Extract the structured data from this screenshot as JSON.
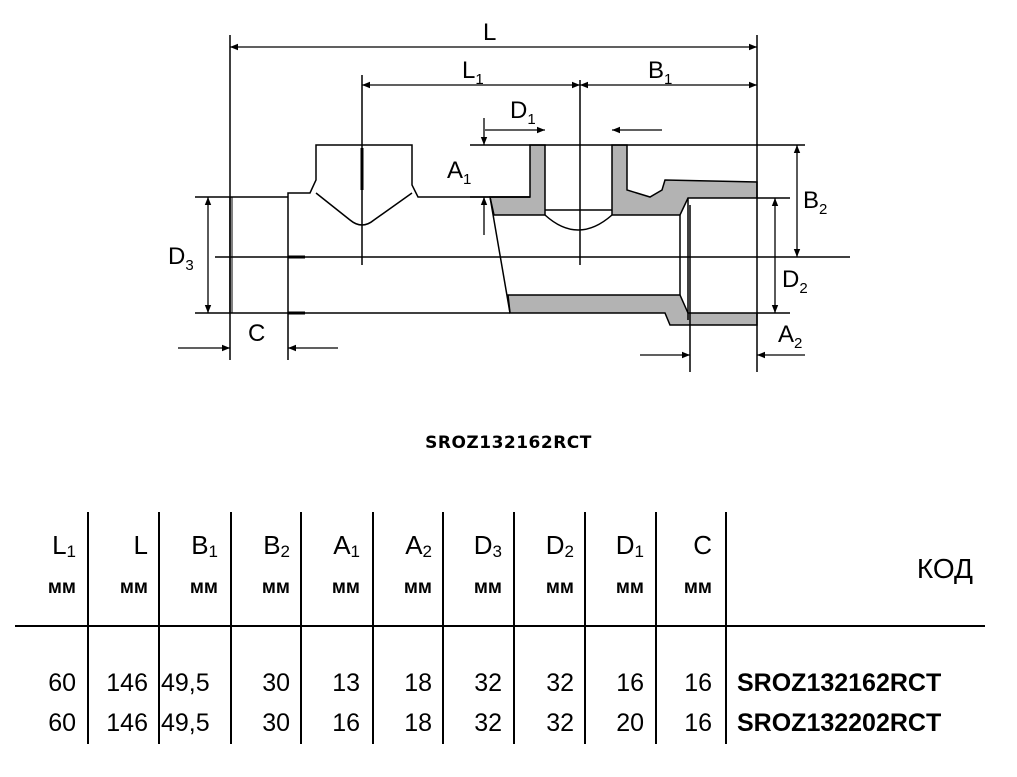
{
  "drawing": {
    "labels": {
      "L": "L",
      "L1": "L",
      "L1_sub": "1",
      "B1": "B",
      "B1_sub": "1",
      "D1": "D",
      "D1_sub": "1",
      "A1": "A",
      "A1_sub": "1",
      "B2": "B",
      "B2_sub": "2",
      "D2": "D",
      "D2_sub": "2",
      "A2": "A",
      "A2_sub": "2",
      "D3": "D",
      "D3_sub": "3",
      "C": "C"
    },
    "section_fill": "#b3b3b3"
  },
  "title": "SROZ132162RCT",
  "table": {
    "columns": [
      {
        "label": "L",
        "sub": "1",
        "unit": "мм"
      },
      {
        "label": "L",
        "sub": "",
        "unit": "мм"
      },
      {
        "label": "B",
        "sub": "1",
        "unit": "мм"
      },
      {
        "label": "B",
        "sub": "2",
        "unit": "мм"
      },
      {
        "label": "A",
        "sub": "1",
        "unit": "мм"
      },
      {
        "label": "A",
        "sub": "2",
        "unit": "мм"
      },
      {
        "label": "D",
        "sub": "3",
        "unit": "мм"
      },
      {
        "label": "D",
        "sub": "2",
        "unit": "мм"
      },
      {
        "label": "D",
        "sub": "1",
        "unit": "мм"
      },
      {
        "label": "C",
        "sub": "",
        "unit": "мм"
      }
    ],
    "code_header": "КОД",
    "rows": [
      {
        "values": [
          "60",
          "146",
          "49,5",
          "30",
          "13",
          "18",
          "32",
          "32",
          "16",
          "16"
        ],
        "code": "SROZ132162RCT"
      },
      {
        "values": [
          "60",
          "146",
          "49,5",
          "30",
          "16",
          "18",
          "32",
          "32",
          "20",
          "16"
        ],
        "code": "SROZ132202RCT"
      }
    ]
  }
}
